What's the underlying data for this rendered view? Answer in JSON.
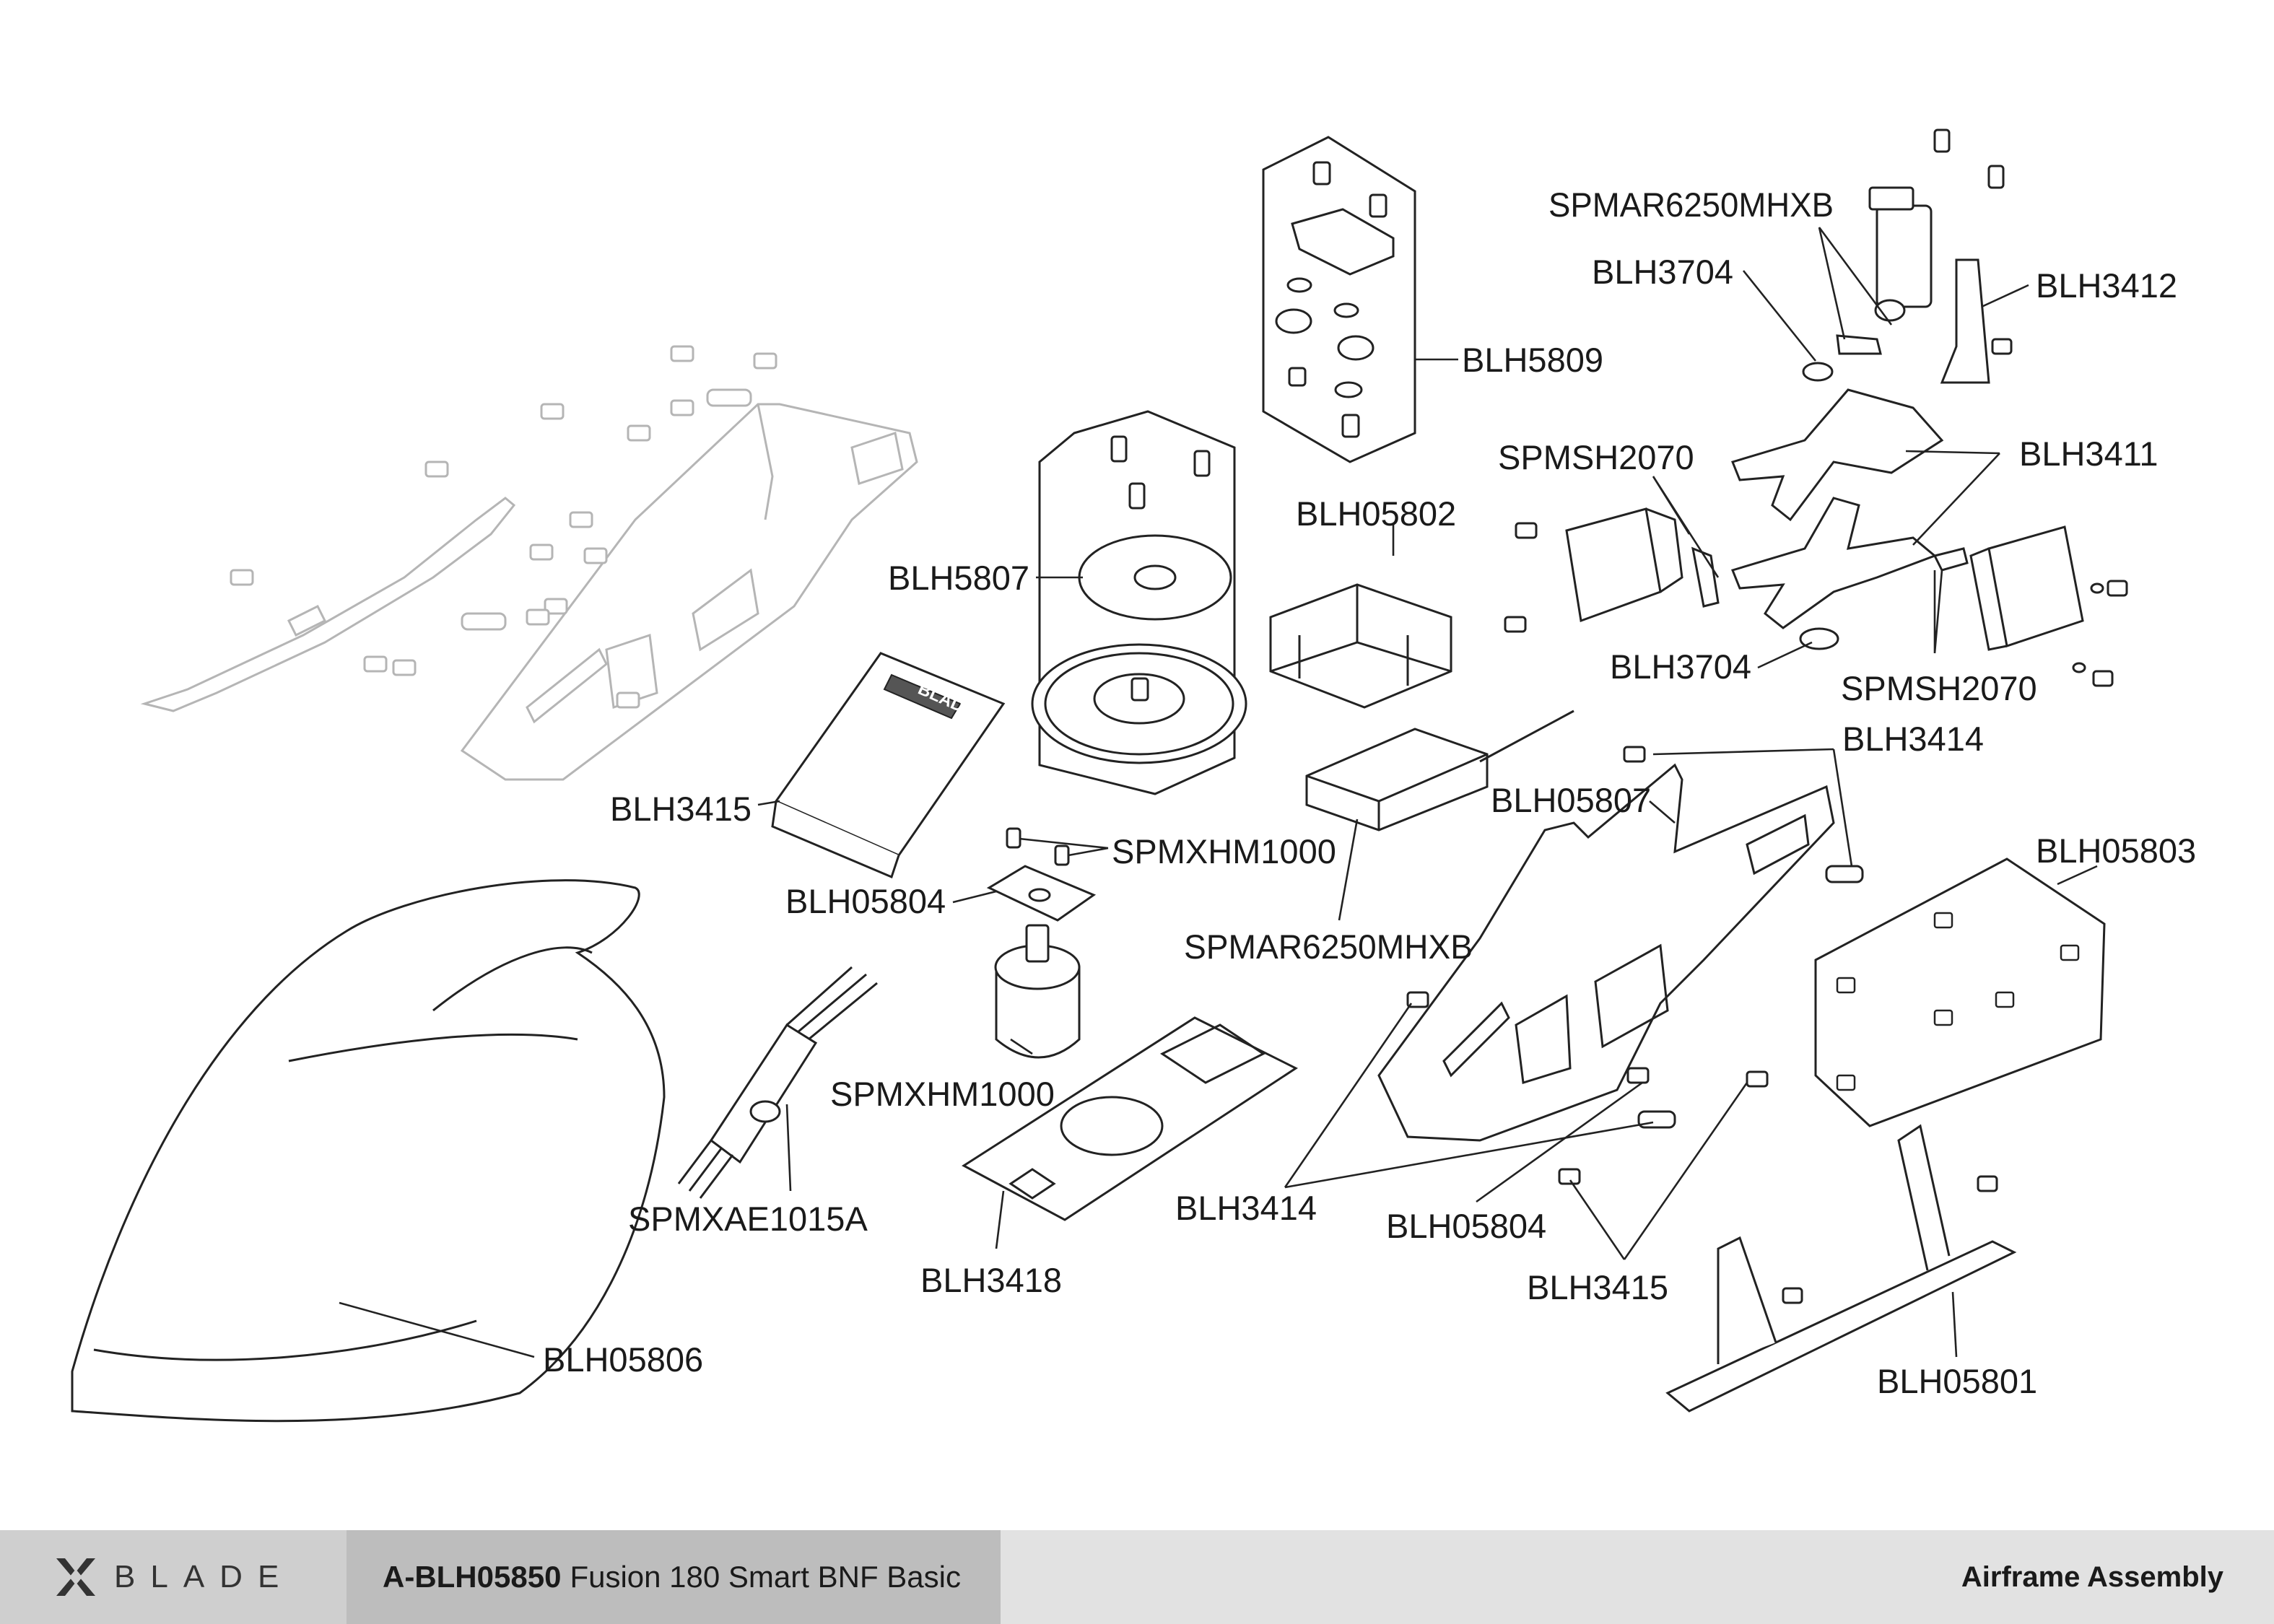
{
  "diagram": {
    "labels": {
      "spmar6250mhxb_top": "SPMAR6250MHXB",
      "blh3704_top": "BLH3704",
      "blh3412": "BLH3412",
      "blh5809": "BLH5809",
      "spmsh2070_top": "SPMSH2070",
      "blh3411": "BLH3411",
      "blh05802": "BLH05802",
      "blh5807": "BLH5807",
      "blh3704_bottom": "BLH3704",
      "spmsh2070_bottom": "SPMSH2070",
      "blh3414_top": "BLH3414",
      "blh05807": "BLH05807",
      "blh3415_top": "BLH3415",
      "spmxhm1000_top": "SPMXHM1000",
      "blh05804_top": "BLH05804",
      "blh05803": "BLH05803",
      "spmar6250mhxb_bottom": "SPMAR6250MHXB",
      "spmxhm1000_bottom": "SPMXHM1000",
      "spmxae1015a": "SPMXAE1015A",
      "blh3414_bottom": "BLH3414",
      "blh05804_bottom": "BLH05804",
      "blh3418": "BLH3418",
      "blh3415_bottom": "BLH3415",
      "blh05806": "BLH05806",
      "blh05801": "BLH05801"
    },
    "battery_logo_text": "BLADE"
  },
  "footer": {
    "brand": "BLADE",
    "product_code": "A-BLH05850",
    "product_name": "Fusion 180 Smart BNF Basic",
    "section": "Airframe Assembly"
  }
}
